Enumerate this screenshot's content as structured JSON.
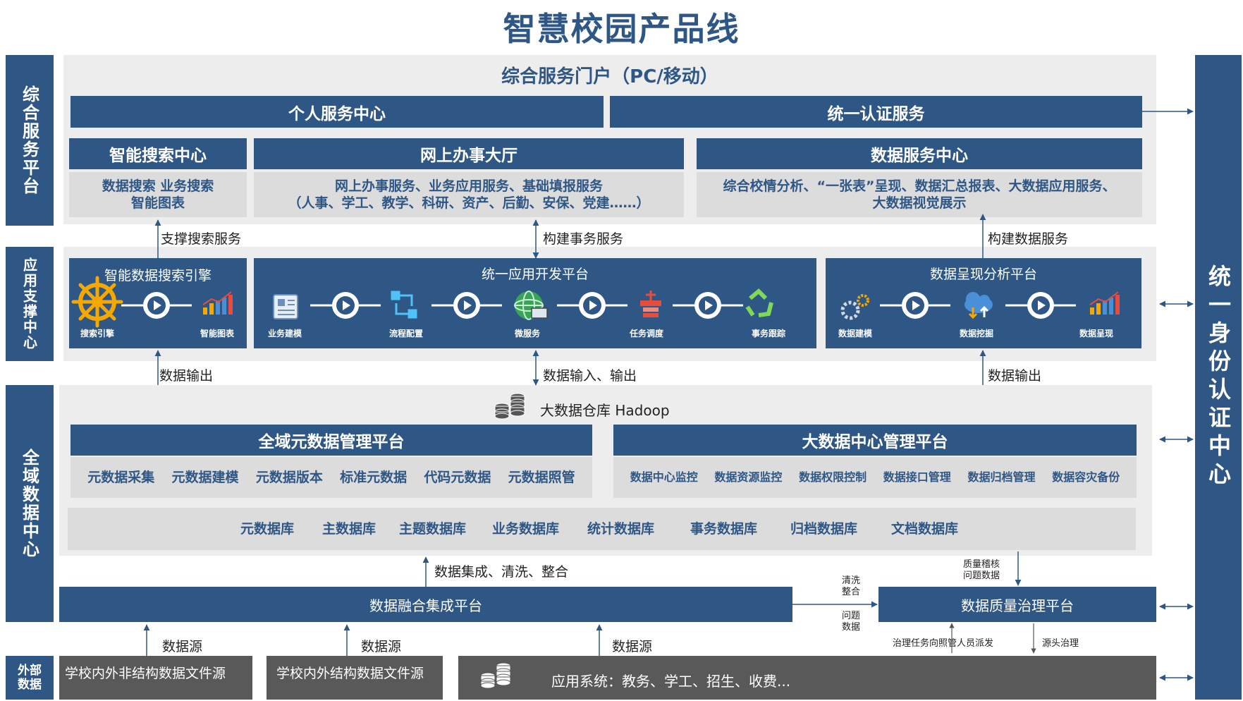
{
  "title": "智慧校园产品线",
  "left_labels": {
    "service_platform": "综合服务平台",
    "app_support": "应用支撑中心",
    "data_center": "全域数据中心",
    "external": "外部数据"
  },
  "right_label": "统一身份认证中心",
  "portal": {
    "title": "综合服务门户（PC/移动）",
    "personal_center": "个人服务中心",
    "auth_service": "统一认证服务",
    "search_center": {
      "title": "智能搜索中心",
      "line1": "数据搜索 业务搜索",
      "line2": "智能图表"
    },
    "online_hall": {
      "title": "网上办事大厅",
      "line1": "网上办事服务、业务应用服务、基础填报服务",
      "line2": "（人事、学工、教学、科研、资产、后勤、安保、党建……）"
    },
    "data_service": {
      "title": "数据服务中心",
      "line1": "综合校情分析、“一张表”呈现、数据汇总报表、大数据应用服务、",
      "line2": "大数据视觉展示"
    }
  },
  "arrows_mid": {
    "support_search": "支撑搜索服务",
    "build_affairs": "构建事务服务",
    "build_data": "构建数据服务",
    "data_output_1": "数据输出",
    "data_io": "数据输入、输出",
    "data_output_2": "数据输出"
  },
  "search_engine": {
    "title": "智能数据搜索引擎",
    "items": [
      "搜索引擎",
      "智能图表"
    ]
  },
  "app_dev": {
    "title": "统一应用开发平台",
    "items": [
      "业务建模",
      "流程配置",
      "微服务",
      "任务调度",
      "事务跟踪"
    ]
  },
  "analytics": {
    "title": "数据呈现分析平台",
    "items": [
      "数据建模",
      "数据挖掘",
      "数据呈现"
    ]
  },
  "warehouse": "大数据仓库 Hadoop",
  "meta_platform": {
    "title": "全域元数据管理平台",
    "items": [
      "元数据采集",
      "元数据建模",
      "元数据版本",
      "标准元数据",
      "代码元数据",
      "元数据照管"
    ]
  },
  "bigdata_platform": {
    "title": "大数据中心管理平台",
    "items": [
      "数据中心监控",
      "数据资源监控",
      "数据权限控制",
      "数据接口管理",
      "数据归档管理",
      "数据容灾备份"
    ]
  },
  "databases": [
    "元数据库",
    "主数据库",
    "主题数据库",
    "业务数据库",
    "统计数据库",
    "事务数据库",
    "归档数据库",
    "文档数据库"
  ],
  "integration_label": "数据集成、清洗、整合",
  "fusion_platform": "数据融合集成平台",
  "quality_platform": "数据质量治理平台",
  "quality_check": {
    "line1": "质量稽核",
    "line2": "问题数据"
  },
  "clean_merge": {
    "line1": "清洗",
    "line2": "整合"
  },
  "problem_data": {
    "line1": "问题",
    "line2": "数据"
  },
  "dispatch": "治理任务向照管人员派发",
  "source_gov": "源头治理",
  "data_source": "数据源",
  "external_sources": [
    "学校内外非结构数据文件源",
    "学校内外结构数据文件源",
    "应用系统：教务、学工、招生、收费..."
  ],
  "colors": {
    "navy": "#2f5786",
    "light_gray": "#ededed",
    "mid_gray": "#dcdcdc",
    "dark_gray": "#595959",
    "gold": "#f5a800"
  }
}
